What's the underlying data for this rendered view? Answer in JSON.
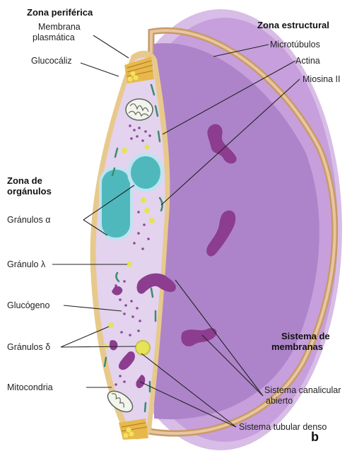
{
  "diagram": {
    "headers": {
      "peripheral": "Zona periférica",
      "structural": "Zona estructural",
      "organelles_l1": "Zona de",
      "organelles_l2": "orgánulos",
      "membranes_l1": "Sistema de",
      "membranes_l2": "membranas"
    },
    "labels": {
      "membrana_l1": "Membrana",
      "membrana_l2": "plasmática",
      "glucocaliz": "Glucocáliz",
      "microtubulos": "Microtúbulos",
      "actina": "Actina",
      "miosina": "Miosina II",
      "granulos_alfa": "Gránulos α",
      "granulo_lambda": "Gránulo λ",
      "glucogeno": "Glucógeno",
      "granulos_delta": "Gránulos δ",
      "mitocondria": "Mitocondria",
      "canalicular_l1": "Sistema canalicular",
      "canalicular_l2": "abierto",
      "tubular": "Sistema tubular denso"
    },
    "panel_letter": "b",
    "colors": {
      "disc_face": "#a97fc8",
      "disc_rim": "#c9a6dc",
      "cytoplasm": "#e3d3ee",
      "membrane_edge": "#e8c98c",
      "alpha_granule": "#4fb8bd",
      "alpha_rim": "#bfe3f0",
      "tubular_system": "#8c3d8f",
      "glycogen": "#8a4a9a",
      "dense_granule": "#e4e35a",
      "microtubule": "#3f8a6c"
    }
  }
}
